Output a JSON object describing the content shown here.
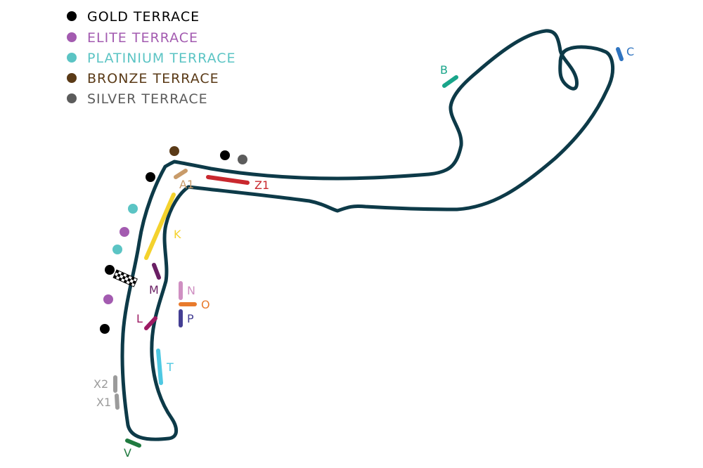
{
  "legend": {
    "items": [
      {
        "label": "GOLD TERRACE",
        "color": "#000000"
      },
      {
        "label": "ELITE TERRACE",
        "color": "#a35bb0"
      },
      {
        "label": "PLATINIUM TERRACE",
        "color": "#5bc4c4"
      },
      {
        "label": "BRONZE TERRACE",
        "color": "#5a3a17"
      },
      {
        "label": "SILVER TERRACE",
        "color": "#5c5c5c"
      }
    ]
  },
  "track": {
    "color": "#0d3a48"
  },
  "grandstands": [
    {
      "label": "B",
      "color": "#19a58a"
    },
    {
      "label": "C",
      "color": "#2f74c0"
    },
    {
      "label": "A1",
      "color": "#c89b6a"
    },
    {
      "label": "Z1",
      "color": "#c9282e"
    },
    {
      "label": "K",
      "color": "#f4d22d"
    },
    {
      "label": "M",
      "color": "#6a1f64"
    },
    {
      "label": "N",
      "color": "#cf8fc2"
    },
    {
      "label": "O",
      "color": "#e87a2c"
    },
    {
      "label": "P",
      "color": "#443e93"
    },
    {
      "label": "L",
      "color": "#9c1a63"
    },
    {
      "label": "T",
      "color": "#4ec8e2"
    },
    {
      "label": "X2",
      "color": "#9b9b9b"
    },
    {
      "label": "X1",
      "color": "#9b9b9b"
    },
    {
      "label": "V",
      "color": "#1f7a3f"
    }
  ],
  "terraces": [
    {
      "type": "BRONZE TERRACE",
      "color": "#5a3a17"
    },
    {
      "type": "GOLD TERRACE",
      "color": "#000000"
    },
    {
      "type": "SILVER TERRACE",
      "color": "#5c5c5c"
    },
    {
      "type": "GOLD TERRACE",
      "color": "#000000"
    },
    {
      "type": "PLATINIUM TERRACE",
      "color": "#5bc4c4"
    },
    {
      "type": "ELITE TERRACE",
      "color": "#a35bb0"
    },
    {
      "type": "PLATINIUM TERRACE",
      "color": "#5bc4c4"
    },
    {
      "type": "GOLD TERRACE",
      "color": "#000000"
    },
    {
      "type": "ELITE TERRACE",
      "color": "#a35bb0"
    },
    {
      "type": "GOLD TERRACE",
      "color": "#000000"
    }
  ],
  "icons": {
    "finish": "checkered-flag-icon"
  }
}
